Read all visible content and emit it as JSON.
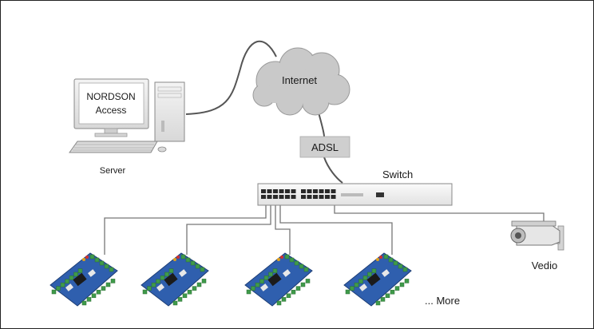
{
  "server": {
    "screen_line1": "NORDSON",
    "screen_line2": "Access",
    "caption": "Server"
  },
  "internet": {
    "label": "Internet"
  },
  "adsl": {
    "label": "ADSL"
  },
  "switch": {
    "label": "Switch"
  },
  "camera": {
    "label": "Vedio"
  },
  "controllers": {
    "count": 4,
    "more_label": "... More"
  },
  "colors": {
    "cloud": "#c9c9c9",
    "link_dark": "#555555",
    "link_light": "#777777",
    "board": "#2f5fae",
    "terminal": "#3f9a4a",
    "adsl_box": "#cfcfcf"
  }
}
